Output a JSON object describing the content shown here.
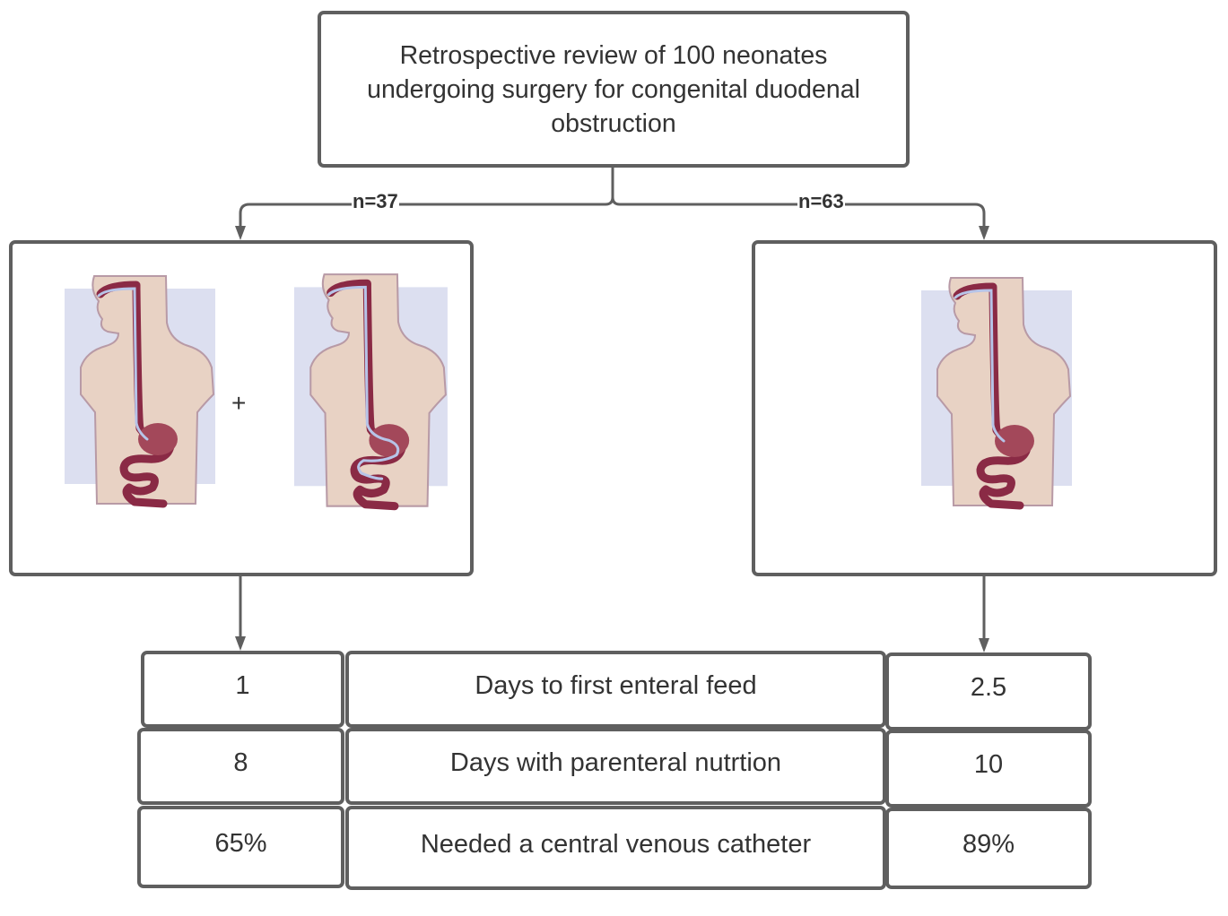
{
  "title": "Retrospective review of 100 neonates undergoing surgery for congenital duodenal obstruction",
  "branches": {
    "left": {
      "label": "n=37",
      "images": [
        "nasogastric-tube-figure",
        "transanastomotic-tube-figure"
      ],
      "joiner": "+"
    },
    "right": {
      "label": "n=63",
      "images": [
        "nasogastric-tube-figure"
      ]
    }
  },
  "outcomes": {
    "rows": [
      {
        "left": "1",
        "metric": "Days to first enteral feed",
        "right": "2.5"
      },
      {
        "left": "8",
        "metric": "Days with parenteral nutrtion",
        "right": "10"
      },
      {
        "left": "65%",
        "metric": "Needed a central venous catheter",
        "right": "89%"
      }
    ]
  },
  "colors": {
    "line": "#5f5f5f",
    "text": "#333333",
    "figure_bg": "#dcdff0",
    "skin": "#e8d2c4",
    "gut": "#8a2a45",
    "tube": "#b7c4e8"
  }
}
